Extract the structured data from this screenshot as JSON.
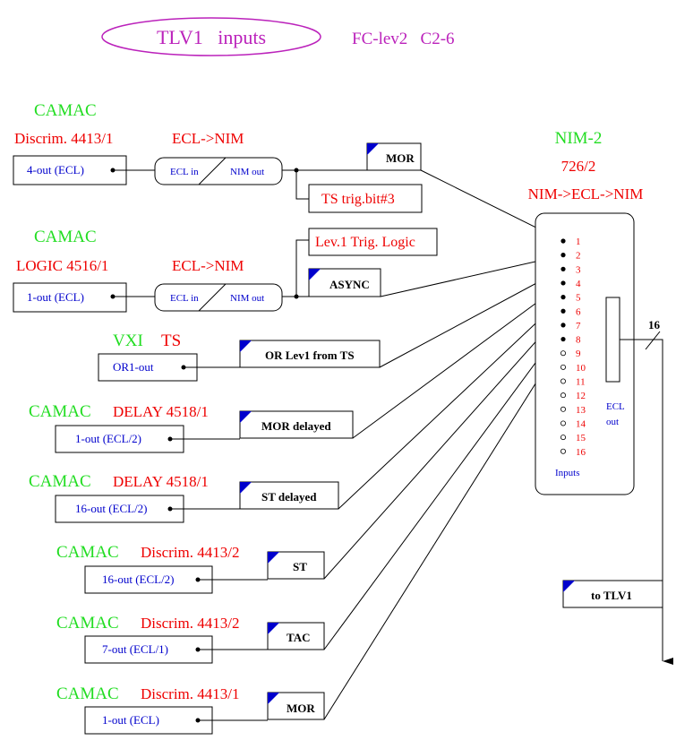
{
  "title": {
    "oval_text": "TLV1   inputs",
    "subtitle": "FC-lev2   C2-6",
    "color": "#bb22bb"
  },
  "colors": {
    "module_label": "#22dd22",
    "signal_label": "#ee0000",
    "out_text": "#0000cc",
    "flag": "#0000cc"
  },
  "modules": [
    {
      "crate": "CAMAC",
      "name": "Discrim. 4413/1",
      "out": "4-out (ECL)"
    },
    {
      "crate": "CAMAC",
      "name": "LOGIC 4516/1",
      "out": "1-out (ECL)"
    },
    {
      "crate": "VXI",
      "name": "TS",
      "out": "OR1-out"
    },
    {
      "crate": "CAMAC",
      "name": "DELAY 4518/1",
      "out": "1-out (ECL/2)"
    },
    {
      "crate": "CAMAC",
      "name": "DELAY 4518/1",
      "out": "16-out (ECL/2)"
    },
    {
      "crate": "CAMAC",
      "name": "Discrim. 4413/2",
      "out": "16-out (ECL/2)"
    },
    {
      "crate": "CAMAC",
      "name": "Discrim. 4413/2",
      "out": "7-out (ECL/1)"
    },
    {
      "crate": "CAMAC",
      "name": "Discrim. 4413/1",
      "out": "1-out (ECL)"
    }
  ],
  "converters": [
    {
      "label": "ECL->NIM",
      "in_text": "ECL in",
      "out_text": "NIM out"
    },
    {
      "label": "ECL->NIM",
      "in_text": "ECL in",
      "out_text": "NIM out"
    }
  ],
  "signals": [
    "MOR",
    "ASYNC",
    "OR Lev1 from TS",
    "MOR delayed",
    "ST delayed",
    "ST",
    "TAC",
    "MOR"
  ],
  "extras": {
    "ts_trig": "TS trig.bit#3",
    "lev1_logic": "Lev.1 Trig. Logic"
  },
  "nim": {
    "title": "NIM-2",
    "model": "726/2",
    "function": "NIM->ECL->NIM",
    "inputs": [
      "1",
      "2",
      "3",
      "4",
      "5",
      "6",
      "7",
      "8",
      "9",
      "10",
      "11",
      "12",
      "13",
      "14",
      "15",
      "16"
    ],
    "connected_inputs": 8,
    "inputs_label": "Inputs",
    "ecl_out_label_1": "ECL",
    "ecl_out_label_2": "out",
    "bus_width": "16"
  },
  "output": {
    "label": "to TLV1"
  }
}
